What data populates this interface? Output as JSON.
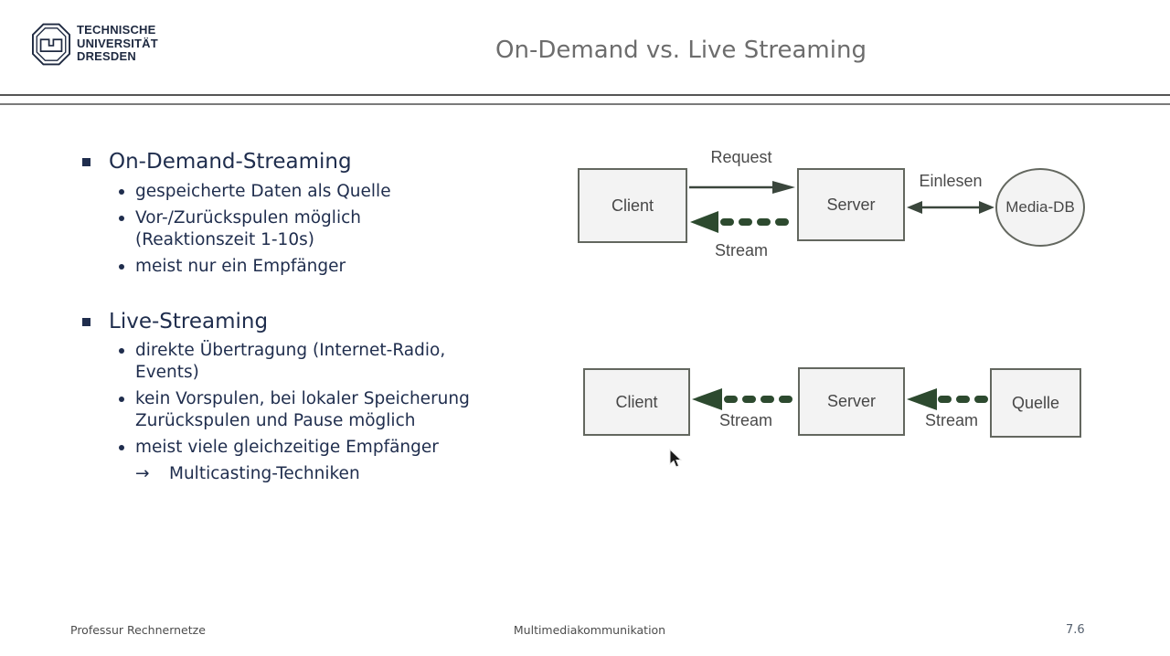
{
  "slide": {
    "logo": {
      "line1": "TECHNISCHE",
      "line2": "UNIVERSITÄT",
      "line3": "DRESDEN"
    },
    "title": "On-Demand vs. Live Streaming",
    "footer": {
      "left": "Professur Rechnernetze",
      "center": "Multimediakommunikation",
      "page": "7.6"
    }
  },
  "content": {
    "sections": [
      {
        "title": "On-Demand-Streaming",
        "bullets": [
          {
            "lines": [
              "gespeicherte Daten als Quelle"
            ]
          },
          {
            "lines": [
              "Vor-/Zurückspulen möglich",
              "(Reaktionszeit 1-10s)"
            ]
          },
          {
            "lines": [
              "meist nur ein Empfänger"
            ]
          }
        ]
      },
      {
        "title": "Live-Streaming",
        "bullets": [
          {
            "lines": [
              "direkte Übertragung (Internet-Radio,",
              "Events)"
            ]
          },
          {
            "lines": [
              "kein Vorspulen, bei lokaler Speicherung",
              "Zurückspulen und Pause möglich"
            ]
          },
          {
            "lines": [
              "meist viele gleichzeitige Empfänger"
            ],
            "sub": {
              "arrow": "→",
              "text": "Multicasting-Techniken"
            }
          }
        ]
      }
    ]
  },
  "diagrams": {
    "on_demand": {
      "client": "Client",
      "server": "Server",
      "media_db": "Media-DB",
      "request_label": "Request",
      "stream_label": "Stream",
      "einlesen_label": "Einlesen"
    },
    "live": {
      "client": "Client",
      "server": "Server",
      "quelle": "Quelle",
      "stream_label_1": "Stream",
      "stream_label_2": "Stream"
    }
  },
  "colors": {
    "text_navy": "#1f2d4d",
    "title_gray": "#6d6d6d",
    "box_fill": "#f3f3f3",
    "box_border": "#63675f",
    "arrow_gray_green": "#3a463c",
    "arrow_dark_green": "#2d4a2f"
  }
}
